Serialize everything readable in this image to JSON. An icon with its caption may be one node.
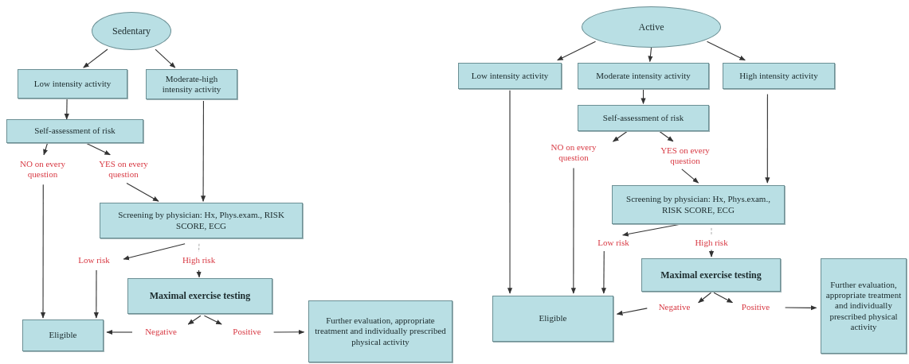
{
  "diagram": {
    "nodes": [
      {
        "text": [
          "Sedentary"
        ]
      },
      {
        "text": [
          "Low intensity activity"
        ]
      },
      {
        "text": [
          "Moderate-high intensity activity"
        ]
      },
      {
        "text": [
          "Self-assessment of risk"
        ]
      },
      {
        "text": [
          "NO on every question"
        ]
      },
      {
        "text": [
          "YES on every question"
        ]
      },
      {
        "text": [
          "Screening by physician: Hx, Phys.exam., RISK SCORE, ECG"
        ]
      },
      {
        "text": [
          "Low risk"
        ]
      },
      {
        "text": [
          "High risk"
        ]
      },
      {
        "text": [
          "Maximal exercise testing"
        ]
      },
      {
        "text": [
          "Eligible"
        ]
      },
      {
        "text": [
          "Negative"
        ]
      },
      {
        "text": [
          "Positive"
        ]
      },
      {
        "text": [
          "Further evaluation, appropriate treatment and individually prescribed physical activity"
        ]
      },
      {
        "text": [
          "Active"
        ]
      },
      {
        "text": [
          "Low intensity activity"
        ]
      },
      {
        "text": [
          "Moderate intensity activity"
        ]
      },
      {
        "text": [
          "High intensity activity"
        ]
      },
      {
        "text": [
          "Self-assessment of risk"
        ]
      },
      {
        "text": [
          "NO on every question"
        ]
      },
      {
        "text": [
          "YES on every question"
        ]
      },
      {
        "text": [
          "Screening by physician: Hx, Phys.exam., RISK SCORE, ECG"
        ]
      },
      {
        "text": [
          "Low risk"
        ]
      },
      {
        "text": [
          "High risk"
        ]
      },
      {
        "text": [
          "Maximal exercise testing"
        ]
      },
      {
        "text": [
          "Eligible"
        ]
      },
      {
        "text": [
          "Negative"
        ]
      },
      {
        "text": [
          "Positive"
        ]
      },
      {
        "text": [
          "Further evaluation, appropriate treatment and individually prescribed physical activity"
        ]
      }
    ],
    "edges": [
      {
        "from": 0,
        "to": 1,
        "arrow": "to"
      },
      {
        "from": 0,
        "to": 2,
        "arrow": "to"
      },
      {
        "from": 1,
        "to": 3,
        "arrow": "to"
      },
      {
        "from": 3,
        "to": 4,
        "arrow": "to"
      },
      {
        "from": 3,
        "to": 5,
        "arrow": "to"
      },
      {
        "from": 5,
        "to": 6,
        "arrow": "to"
      },
      {
        "from": 2,
        "to": 6,
        "arrow": "to"
      },
      {
        "from": 6,
        "to": 7,
        "arrow": "to"
      },
      {
        "from": 6,
        "to": 8,
        "arrow": "none",
        "style": "dashed",
        "color": "#aaaaaa"
      },
      {
        "from": 8,
        "to": 9,
        "arrow": "to"
      },
      {
        "from": 4,
        "to": 10,
        "arrow": "to"
      },
      {
        "from": 7,
        "to": 10,
        "arrow": "to"
      },
      {
        "from": 9,
        "to": 11,
        "arrow": "to"
      },
      {
        "from": 9,
        "to": 12,
        "arrow": "to"
      },
      {
        "from": 11,
        "to": 10,
        "arrow": "to"
      },
      {
        "from": 12,
        "to": 13,
        "arrow": "to"
      },
      {
        "from": 14,
        "to": 15,
        "arrow": "to"
      },
      {
        "from": 14,
        "to": 16,
        "arrow": "to"
      },
      {
        "from": 14,
        "to": 17,
        "arrow": "to"
      },
      {
        "from": 16,
        "to": 18,
        "arrow": "to"
      },
      {
        "from": 18,
        "to": 19,
        "arrow": "to"
      },
      {
        "from": 18,
        "to": 20,
        "arrow": "to"
      },
      {
        "from": 20,
        "to": 21,
        "arrow": "to"
      },
      {
        "from": 17,
        "to": 21,
        "arrow": "to"
      },
      {
        "from": 21,
        "to": 22,
        "arrow": "to"
      },
      {
        "from": 21,
        "to": 23,
        "arrow": "none",
        "style": "dashed",
        "color": "#aaaaaa"
      },
      {
        "from": 23,
        "to": 24,
        "arrow": "to"
      },
      {
        "from": 15,
        "to": 25,
        "arrow": "to"
      },
      {
        "from": 19,
        "to": 25,
        "arrow": "to"
      },
      {
        "from": 22,
        "to": 25,
        "arrow": "to"
      },
      {
        "from": 24,
        "to": 26,
        "arrow": "to"
      },
      {
        "from": 24,
        "to": 27,
        "arrow": "to"
      },
      {
        "from": 26,
        "to": 25,
        "arrow": "to"
      },
      {
        "from": 27,
        "to": 28,
        "arrow": "to"
      }
    ]
  }
}
